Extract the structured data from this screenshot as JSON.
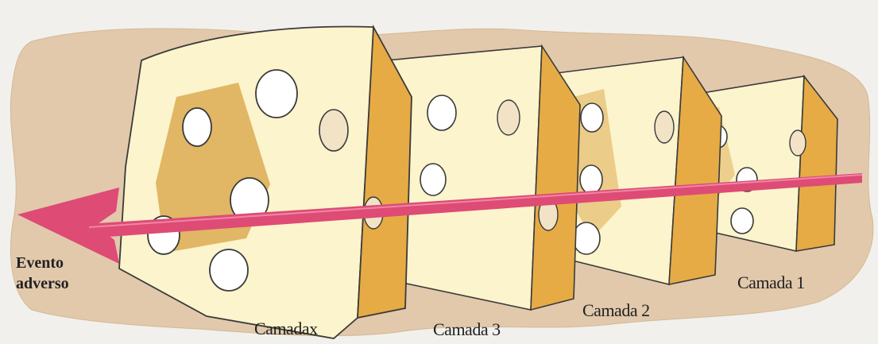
{
  "diagram": {
    "layers": [
      {
        "id": "x",
        "label": "Camadax"
      },
      {
        "id": "3",
        "label": "Camada 3"
      },
      {
        "id": "2",
        "label": "Camada 2"
      },
      {
        "id": "1",
        "label": "Camada 1"
      }
    ],
    "event": {
      "line1": "Evento",
      "line2": "adverso"
    },
    "colors": {
      "background_paper": "#e2c9ac",
      "cheese_face": "#fbf4cc",
      "cheese_side": "#e6ab45",
      "cheese_inner": "#d8a142",
      "arrow": "#de4b75",
      "outline": "#3a3a3a"
    }
  }
}
